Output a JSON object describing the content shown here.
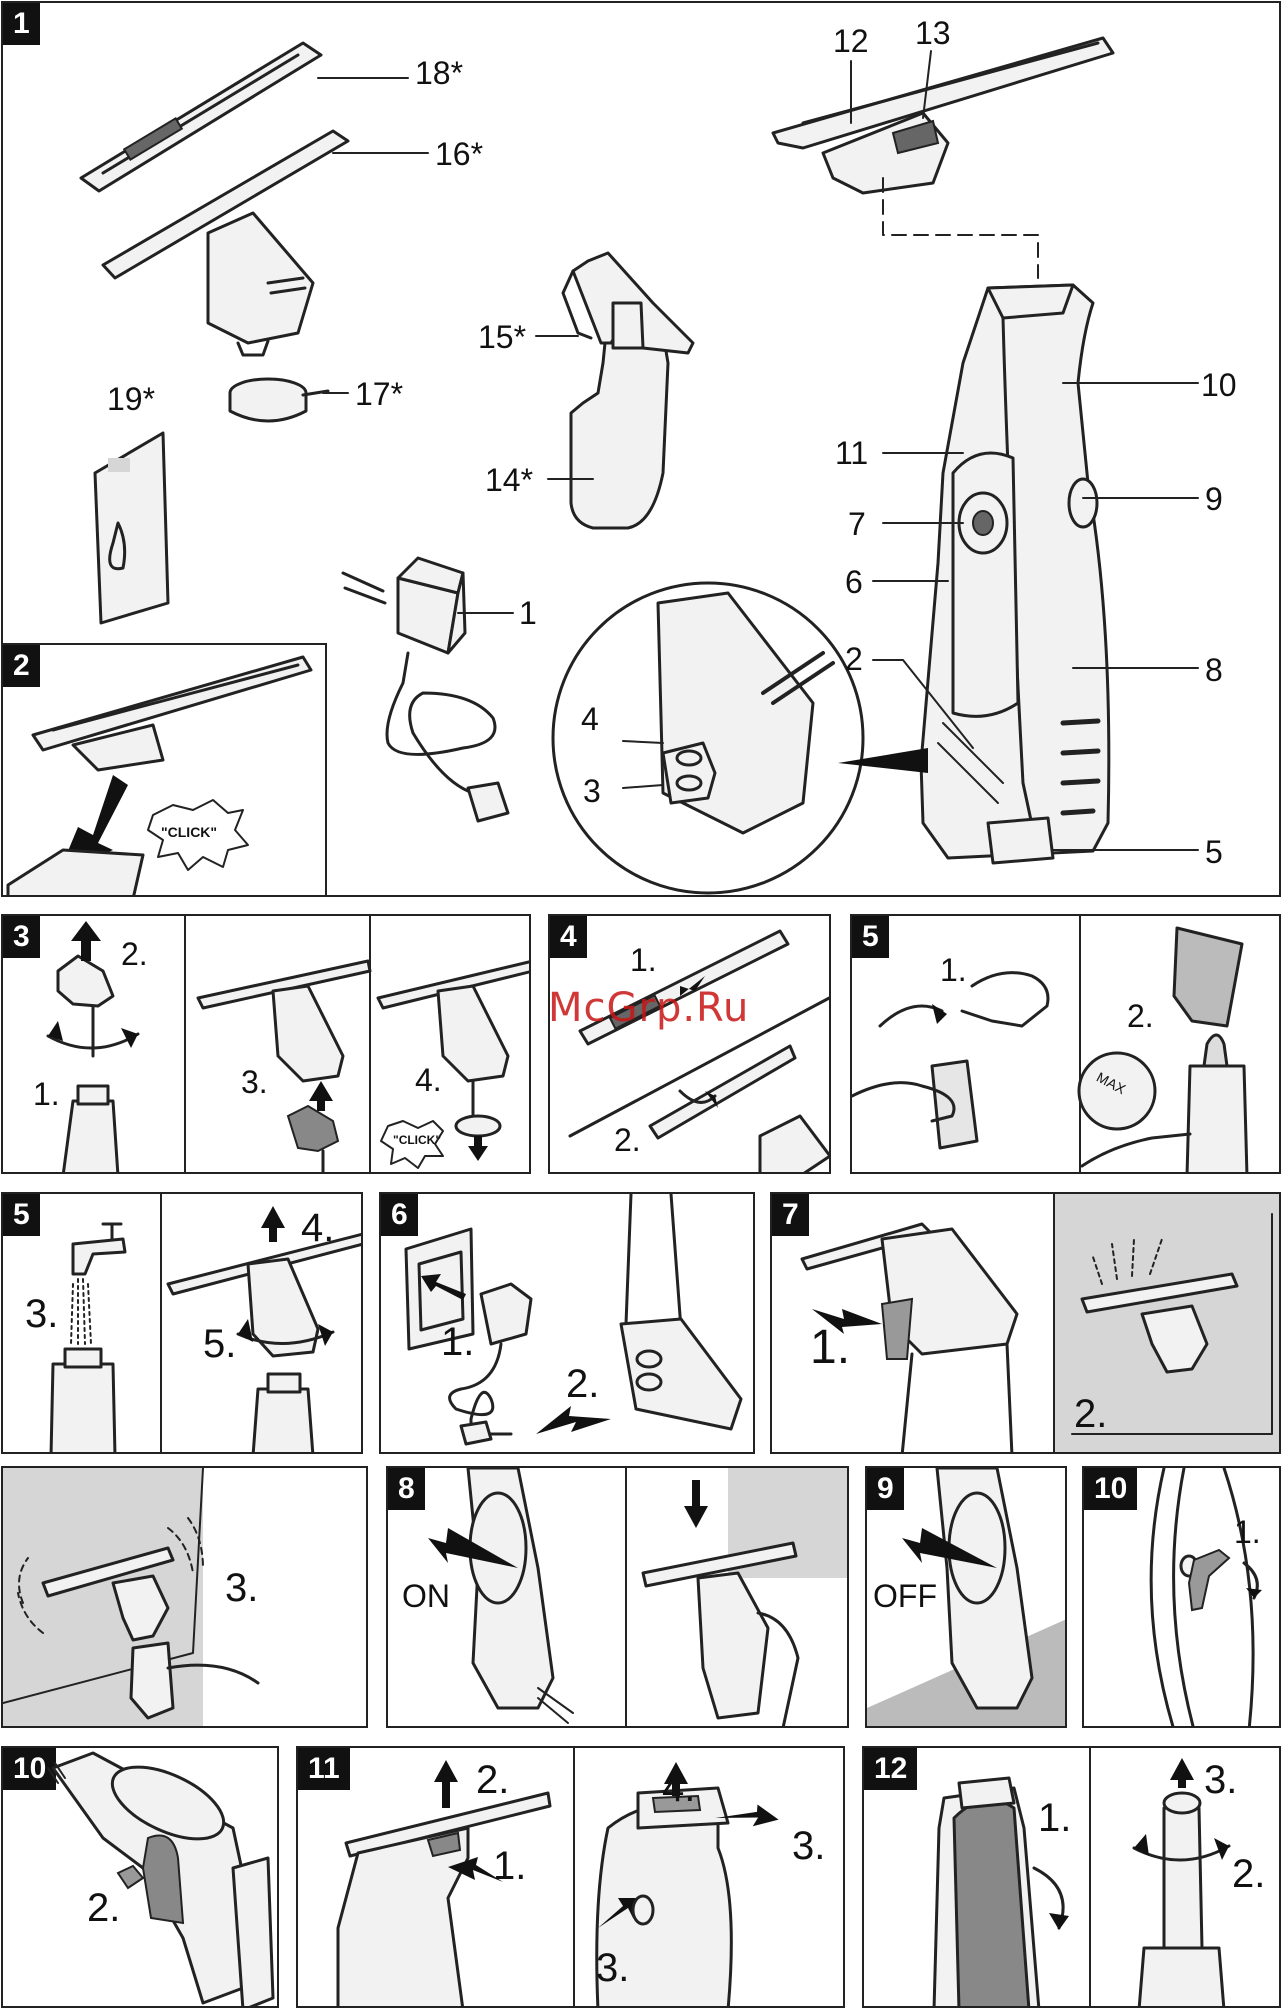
{
  "watermark": "McGrp.Ru",
  "panels": {
    "p1": {
      "num": "1",
      "labels": {
        "l18": "18*",
        "l16": "16*",
        "l19": "19*",
        "l17": "17*",
        "l15": "15*",
        "l14": "14*",
        "l1": "1",
        "l12": "12",
        "l13": "13",
        "l10": "10",
        "l11": "11",
        "l9": "9",
        "l7": "7",
        "l6": "6",
        "l2": "2",
        "l8": "8",
        "l4": "4",
        "l3": "3",
        "l5": "5"
      }
    },
    "p2": {
      "num": "2",
      "click": "\"CLICK\""
    },
    "p3": {
      "num": "3",
      "s1": "1.",
      "s2": "2.",
      "s3": "3.",
      "s4": "4.",
      "click": "\"CLICK\""
    },
    "p4": {
      "num": "4",
      "s1": "1.",
      "s2": "2."
    },
    "p5a": {
      "num": "5",
      "s1": "1.",
      "s2": "2.",
      "max": "MAX"
    },
    "p5b": {
      "num": "5",
      "s3": "3.",
      "s4": "4.",
      "s5": "5."
    },
    "p6": {
      "num": "6",
      "s1": "1.",
      "s2": "2."
    },
    "p7a": {
      "num": "7",
      "s1": "1.",
      "s2": "2."
    },
    "p7b": {
      "num": "7",
      "s3": "3."
    },
    "p8": {
      "num": "8",
      "on": "ON"
    },
    "p9": {
      "num": "9",
      "off": "OFF"
    },
    "p10a": {
      "num": "10",
      "s1": "1."
    },
    "p10b": {
      "num": "10",
      "s2": "2."
    },
    "p11": {
      "num": "11",
      "s1": "1.",
      "s2": "2.",
      "s3a": "3.",
      "s3b": "3.",
      "s4": "4."
    },
    "p12": {
      "num": "12",
      "s1": "1.",
      "s2": "2.",
      "s3": "3."
    }
  }
}
